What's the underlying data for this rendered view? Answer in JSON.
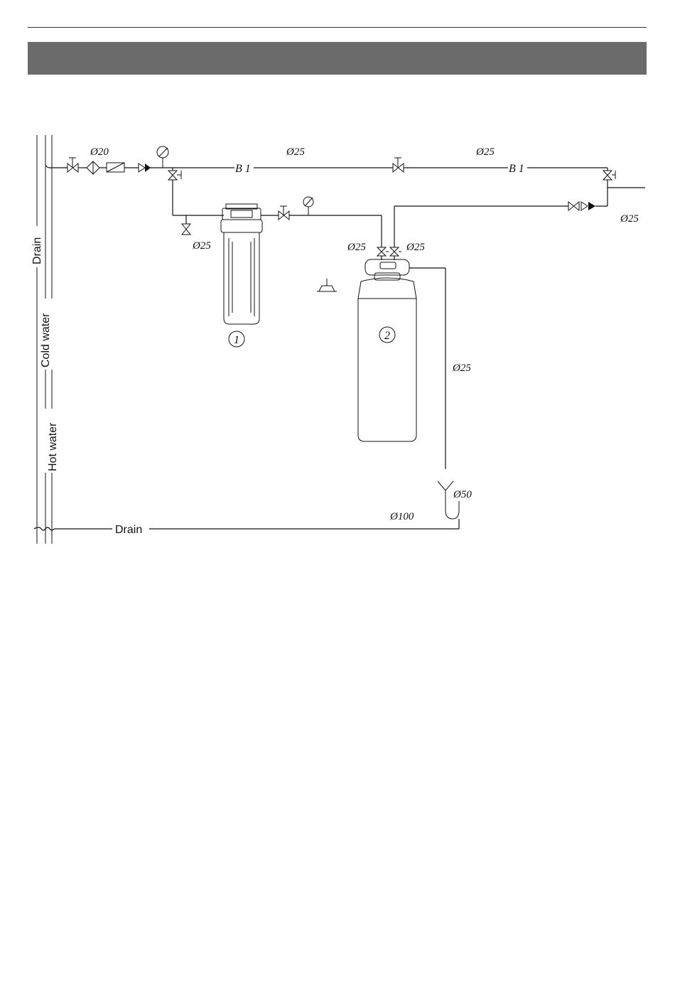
{
  "diagram": {
    "risers": {
      "drain": "Drain",
      "cold": "Cold water",
      "hot": "Hot water"
    },
    "bottom_drain": "Drain",
    "dims": {
      "inlet": "Ø20",
      "main_1": "Ø25",
      "main_2": "Ø25",
      "branch_filter": "Ø25",
      "outlet_right": "Ø25",
      "softener_in": "Ø25",
      "softener_out": "Ø25",
      "drain_line": "Ø25",
      "funnel": "Ø50",
      "sewer": "Ø100"
    },
    "bypass_labels": {
      "b1_left": "B 1",
      "b1_right": "B 1"
    },
    "components": {
      "filter": "1",
      "softener": "2"
    }
  }
}
